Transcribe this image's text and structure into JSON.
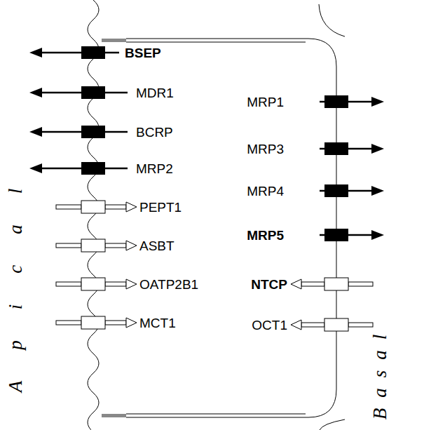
{
  "diagram": {
    "labels": [
      "BSEP",
      "MDR1",
      "BCRP",
      "MRP2",
      "PEPT1",
      "ASBT",
      "OATP2B1",
      "MCT1",
      "MRP1",
      "MRP3",
      "MRP4",
      "MRP5",
      "NTCP",
      "OCT1",
      "Apical",
      "Basal"
    ]
  }
}
